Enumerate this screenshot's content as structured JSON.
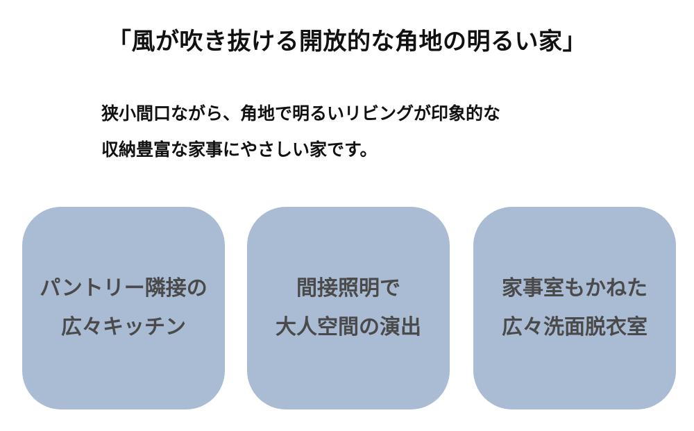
{
  "title": "「風が吹き抜ける開放的な角地の明るい家」",
  "description": {
    "lines": [
      "狭小間口ながら、角地で明るいリビングが印象的な",
      "収納豊富な家事にやさしい家です。"
    ]
  },
  "colors": {
    "card_background": "#aabbd4",
    "card_text": "#4a4a4a",
    "text": "#111111"
  },
  "cards": [
    {
      "lines": [
        "パントリー隣接の",
        "広々キッチン"
      ]
    },
    {
      "lines": [
        "間接照明で",
        "大人空間の演出"
      ]
    },
    {
      "lines": [
        "家事室もかねた",
        "広々洗面脱衣室"
      ]
    }
  ]
}
